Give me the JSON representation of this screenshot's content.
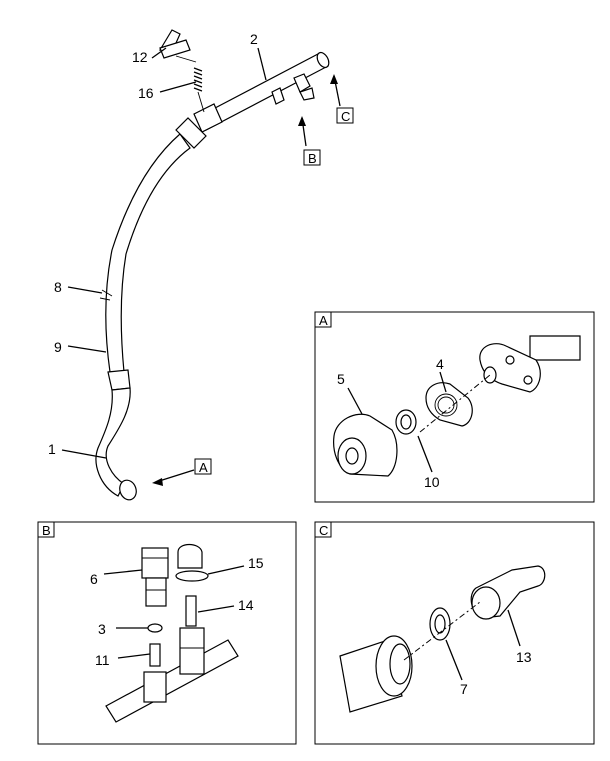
{
  "callouts": {
    "c1": "1",
    "c2": "2",
    "c3": "3",
    "c4": "4",
    "c5": "5",
    "c6": "6",
    "c7": "7",
    "c8": "8",
    "c9": "9",
    "c10": "10",
    "c11": "11",
    "c12": "12",
    "c13": "13",
    "c14": "14",
    "c15": "15",
    "c16": "16"
  },
  "view_refs": {
    "a": "A",
    "b": "B",
    "c": "C"
  },
  "panels": {
    "a_title": "A",
    "b_title": "B",
    "c_title": "C"
  }
}
